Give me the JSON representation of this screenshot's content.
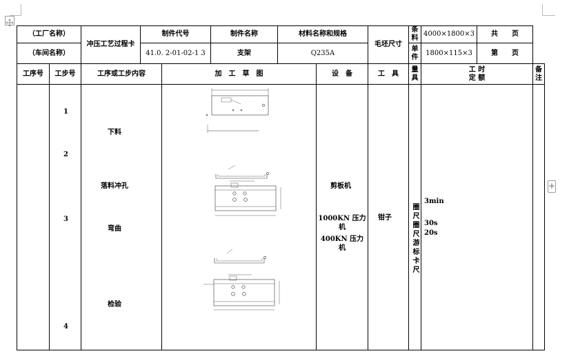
{
  "header": {
    "factory_name": "（工厂名称）",
    "workshop_name": "（车间名称）",
    "card_title": "冲压工艺过程卡",
    "part_code_label": "制件代号",
    "part_code_value": "41.0. 2-01-02-1 3",
    "part_name_label": "制件名称",
    "part_name_value": "支架",
    "material_label": "材料名称和规格",
    "material_value": "Q235A",
    "blank_size_label": "毛坯尺寸",
    "strip_label": "条料",
    "strip_value": "4000×1800×3",
    "single_label": "单件",
    "single_value": "1800×115×3",
    "total_pages_label": "共　　页",
    "page_label": "第　　页"
  },
  "columns": {
    "process_no": "工序号",
    "step_no": "工步号",
    "content": "工序或工步内容",
    "sketch": "加　工　草　图",
    "equipment": "设　备",
    "tool": "工　具",
    "gauge": "量　具",
    "time_quota": "工 时\n定 额",
    "remarks": "备　注"
  },
  "body": {
    "step_numbers": [
      "1",
      "2",
      "3",
      "4"
    ],
    "operations": [
      "下料",
      "落料冲孔",
      "弯曲",
      "检验"
    ],
    "equipment": [
      "剪板机",
      "1000KN 压力机",
      "400KN 压力机"
    ],
    "tool": "钳子",
    "gauges": [
      "圈尺",
      "圈尺",
      "游标卡尺"
    ],
    "time_quotas": [
      "3min",
      "30s",
      "20s"
    ]
  }
}
